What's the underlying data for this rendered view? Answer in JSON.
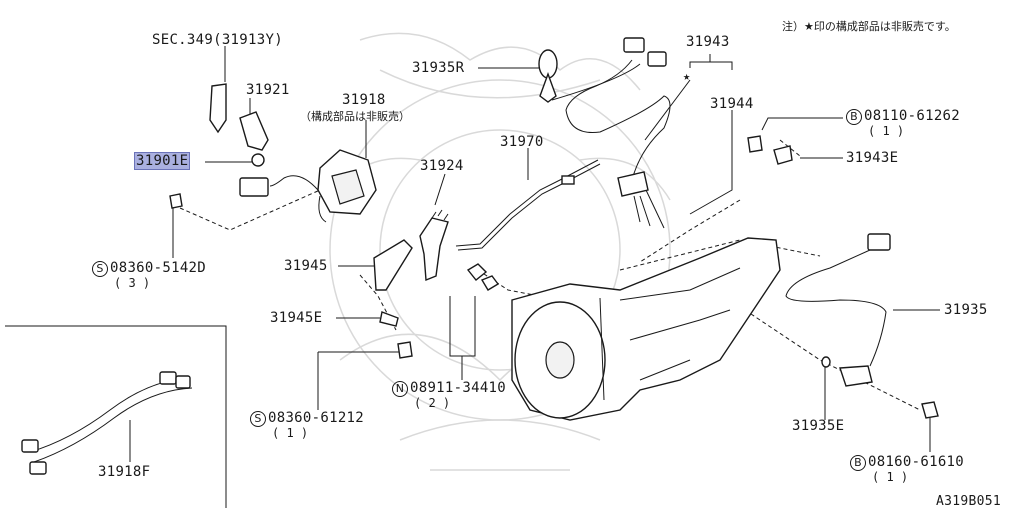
{
  "note": "注）★印の構成部品は非販売です。",
  "diagram_code": "A319B051",
  "colors": {
    "highlight": "#aab0e0",
    "line": "#1a1a1a",
    "watermark": "#d9d9d9"
  },
  "labels": {
    "sec349": "SEC.349(31913Y)",
    "p31921": "31921",
    "p31918": "31918",
    "p31918_note": "（構成部品は非販売）",
    "p31901e": "31901E",
    "p31935r": "31935R",
    "p31943": "31943",
    "p31944": "31944",
    "star": "★",
    "p31970": "31970",
    "p31924": "31924",
    "bolt_08110": "08110-61262",
    "bolt_08110_qty": "( 1 )",
    "p31943e": "31943E",
    "bolt_08360_5142": "08360-5142D",
    "bolt_08360_5142_qty": "( 3 )",
    "p31945": "31945",
    "p31945e": "31945E",
    "nut_08911": "08911-34410",
    "nut_08911_qty": "( 2 )",
    "bolt_08360_61212": "08360-61212",
    "bolt_08360_61212_qty": "( 1 )",
    "p31935": "31935",
    "p31935e": "31935E",
    "bolt_08160": "08160-61610",
    "bolt_08160_qty": "( 1 )",
    "p31918f": "31918F",
    "circle_b": "B",
    "circle_s": "S",
    "circle_n": "N"
  }
}
